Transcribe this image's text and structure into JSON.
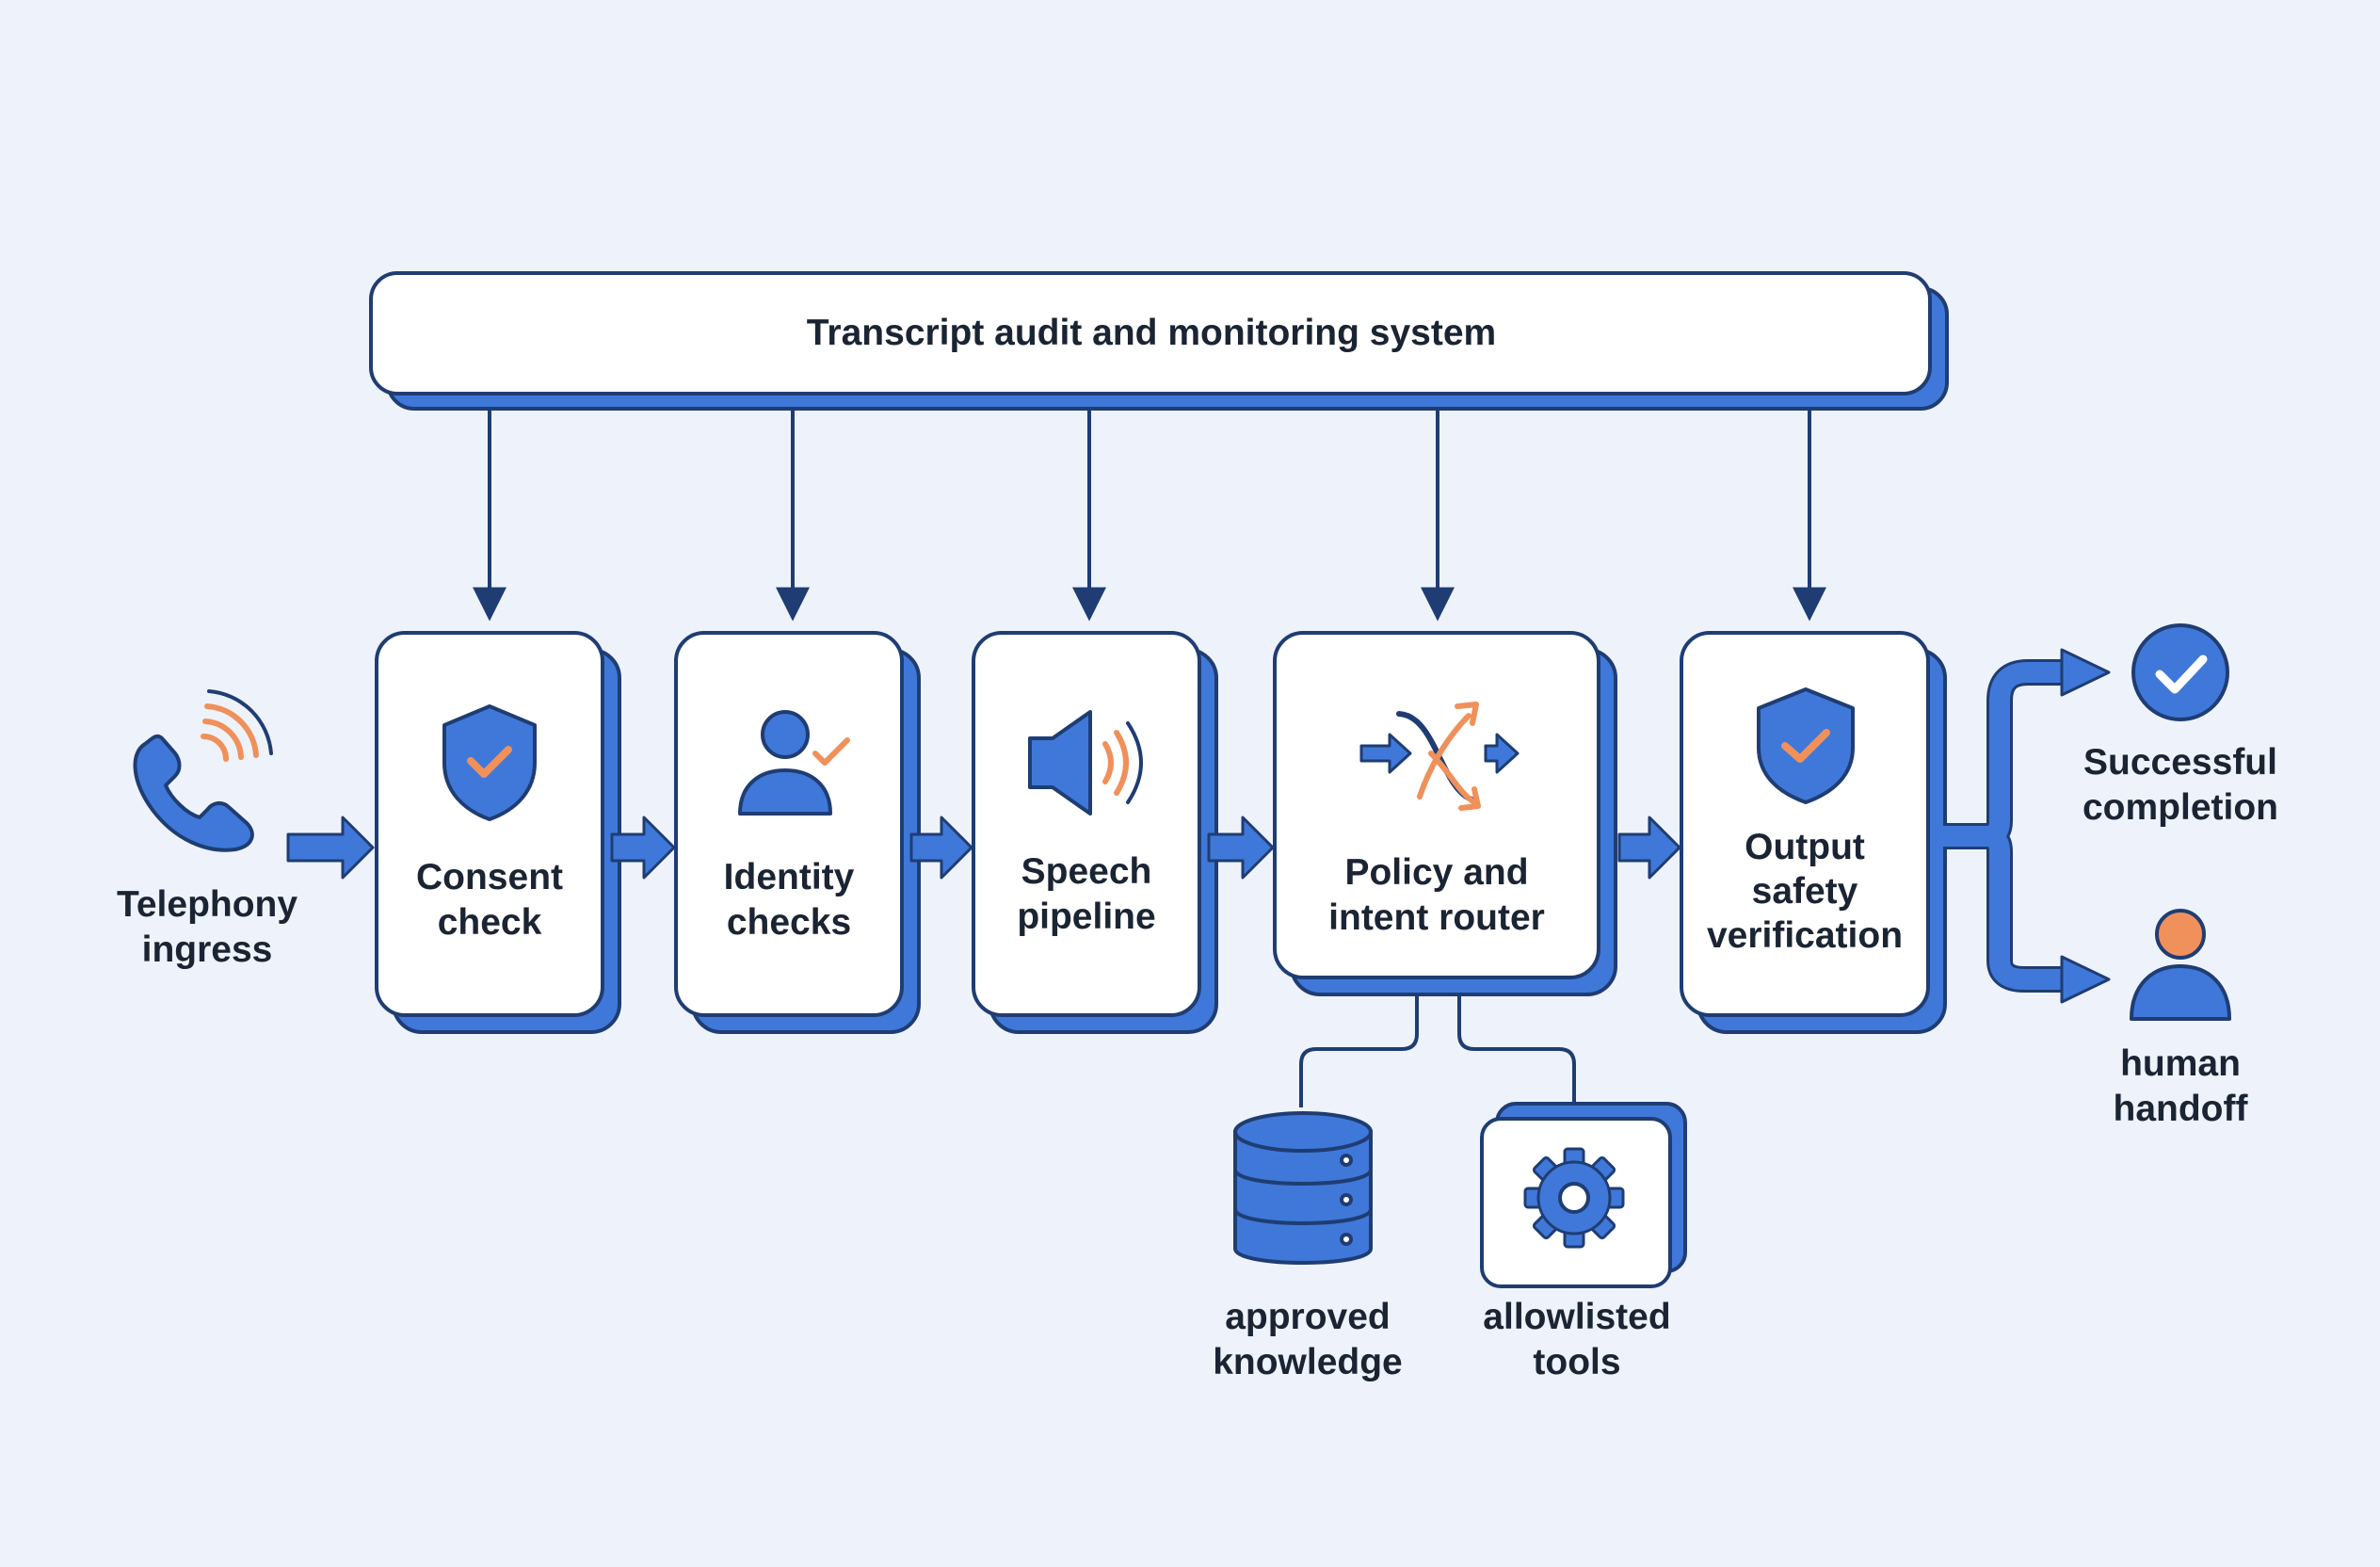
{
  "header": {
    "title": "Transcript audit and monitoring system"
  },
  "input": {
    "label": "Telephony\ningress",
    "icon": "phone-signal-icon"
  },
  "stages": [
    {
      "label": "Consent\ncheck",
      "icon": "shield-check-icon"
    },
    {
      "label": "Identity\nchecks",
      "icon": "user-check-icon"
    },
    {
      "label": "Speech\npipeline",
      "icon": "speaker-icon"
    },
    {
      "label": "Policy and\nintent router",
      "icon": "router-arrows-icon"
    },
    {
      "label": "Output\nsafety\nverification",
      "icon": "shield-check-icon"
    }
  ],
  "resources": [
    {
      "label": "approved\nknowledge",
      "icon": "database-icon"
    },
    {
      "label": "allowlisted\ntools",
      "icon": "gear-icon"
    }
  ],
  "outcomes": [
    {
      "label": "Successful\ncompletion",
      "icon": "check-circle-icon"
    },
    {
      "label": "human\nhandoff",
      "icon": "person-icon"
    }
  ],
  "colors": {
    "background": "#eef3fb",
    "stroke": "#1f3d73",
    "accent_blue": "#3f78d8",
    "accent_orange": "#f0905a",
    "card": "#ffffff"
  }
}
